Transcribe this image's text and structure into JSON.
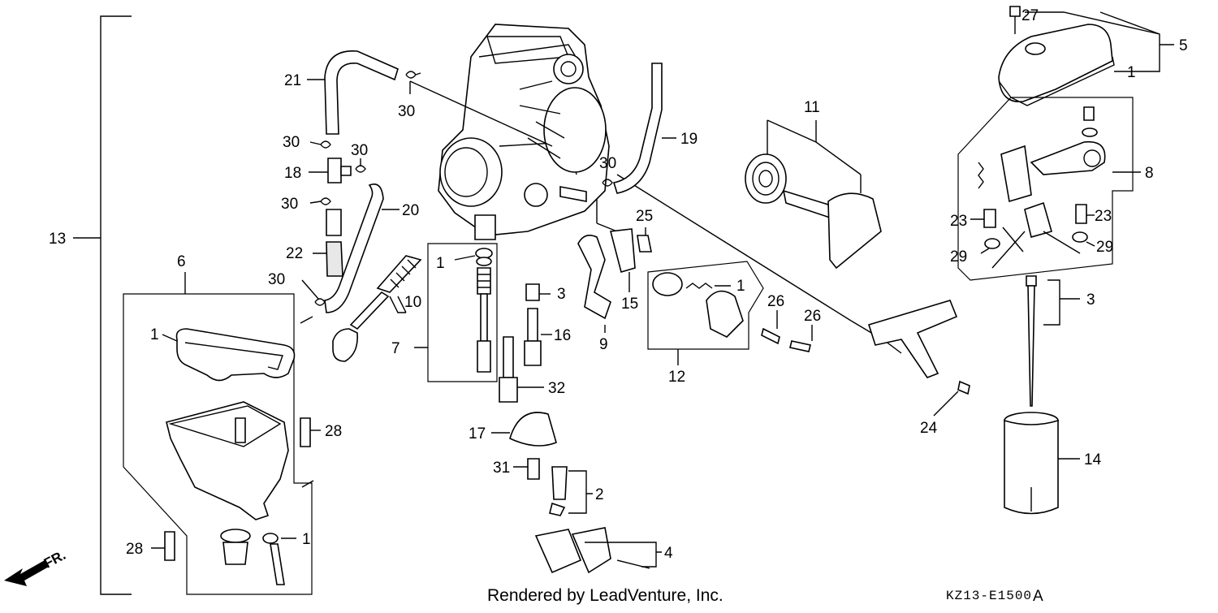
{
  "callouts": [
    {
      "id": "c27",
      "text": "27"
    },
    {
      "id": "c5",
      "text": "5"
    },
    {
      "id": "c1a",
      "text": "1"
    },
    {
      "id": "c21",
      "text": "21"
    },
    {
      "id": "c30a",
      "text": "30"
    },
    {
      "id": "c30b",
      "text": "30"
    },
    {
      "id": "c30c",
      "text": "30"
    },
    {
      "id": "c18",
      "text": "18"
    },
    {
      "id": "c30d",
      "text": "30"
    },
    {
      "id": "c20",
      "text": "20"
    },
    {
      "id": "c22",
      "text": "22"
    },
    {
      "id": "c30e",
      "text": "30"
    },
    {
      "id": "c19",
      "text": "19"
    },
    {
      "id": "c30f",
      "text": "30"
    },
    {
      "id": "c11",
      "text": "11"
    },
    {
      "id": "c8",
      "text": "8"
    },
    {
      "id": "c13",
      "text": "13"
    },
    {
      "id": "c6",
      "text": "6"
    },
    {
      "id": "c1b",
      "text": "1"
    },
    {
      "id": "c10",
      "text": "10"
    },
    {
      "id": "c1c",
      "text": "1"
    },
    {
      "id": "c7",
      "text": "7"
    },
    {
      "id": "c3a",
      "text": "3"
    },
    {
      "id": "c16",
      "text": "16"
    },
    {
      "id": "c32",
      "text": "32"
    },
    {
      "id": "c25",
      "text": "25"
    },
    {
      "id": "c15",
      "text": "15"
    },
    {
      "id": "c9",
      "text": "9"
    },
    {
      "id": "c1d",
      "text": "1"
    },
    {
      "id": "c12",
      "text": "12"
    },
    {
      "id": "c26a",
      "text": "26"
    },
    {
      "id": "c26b",
      "text": "26"
    },
    {
      "id": "c23a",
      "text": "23"
    },
    {
      "id": "c23b",
      "text": "23"
    },
    {
      "id": "c29a",
      "text": "29"
    },
    {
      "id": "c29b",
      "text": "29"
    },
    {
      "id": "c3b",
      "text": "3"
    },
    {
      "id": "c24",
      "text": "24"
    },
    {
      "id": "c14",
      "text": "14"
    },
    {
      "id": "c28a",
      "text": "28"
    },
    {
      "id": "c17",
      "text": "17"
    },
    {
      "id": "c31",
      "text": "31"
    },
    {
      "id": "c2",
      "text": "2"
    },
    {
      "id": "c4",
      "text": "4"
    },
    {
      "id": "c28b",
      "text": "28"
    },
    {
      "id": "c1e",
      "text": "1"
    }
  ],
  "footer": {
    "credit": "Rendered by LeadVenture, Inc.",
    "diagram_code": "KZ13-E1500",
    "code_suffix": "A",
    "front_marker": "FR."
  }
}
